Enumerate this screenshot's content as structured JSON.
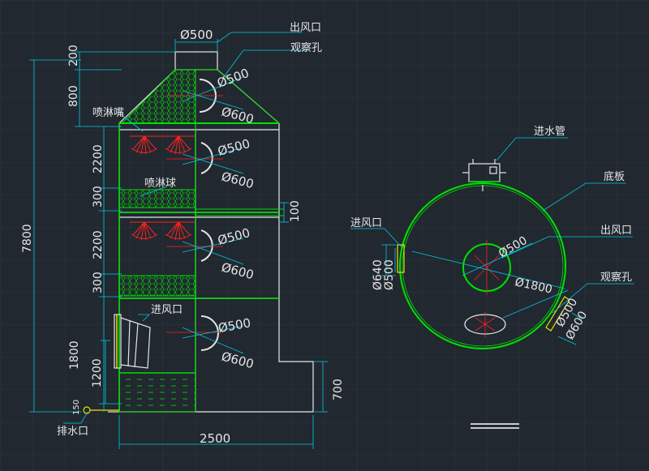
{
  "colors": {
    "background": "#212830",
    "grid": "#2c343d",
    "outline": "#e6e6e6",
    "green": "#00e000",
    "red": "#ff2020",
    "cyan": "#00c8e0",
    "magenta": "#ff00ff",
    "yellow": "#e6e600",
    "white": "#ffffff"
  },
  "side_view": {
    "labels": {
      "outlet": "出风口",
      "viewport": "观察孔",
      "nozzle": "喷淋嘴",
      "spray_ball": "喷淋球",
      "inlet": "进风口",
      "drain": "排水口"
    },
    "dims": {
      "d500_top": "Ø500",
      "d500": "Ø500",
      "d600": "Ø600",
      "h200": "200",
      "h800": "800",
      "h2200a": "2200",
      "h300a": "300",
      "h2200b": "2200",
      "h300b": "300",
      "h1800": "1800",
      "h1200": "1200",
      "h7800": "7800",
      "h100": "100",
      "h700": "700",
      "w2500": "2500",
      "h150": "150"
    }
  },
  "top_view": {
    "labels": {
      "water_inlet": "进水管",
      "base_plate": "底板",
      "inlet": "进风口",
      "outlet": "出风口",
      "viewport": "观察孔"
    },
    "dims": {
      "d500_center": "Ø500",
      "d1800": "Ø1800",
      "d640": "Ø640",
      "d500_side": "Ø500",
      "d500_view": "Ø500",
      "d600_view": "Ø600"
    }
  }
}
